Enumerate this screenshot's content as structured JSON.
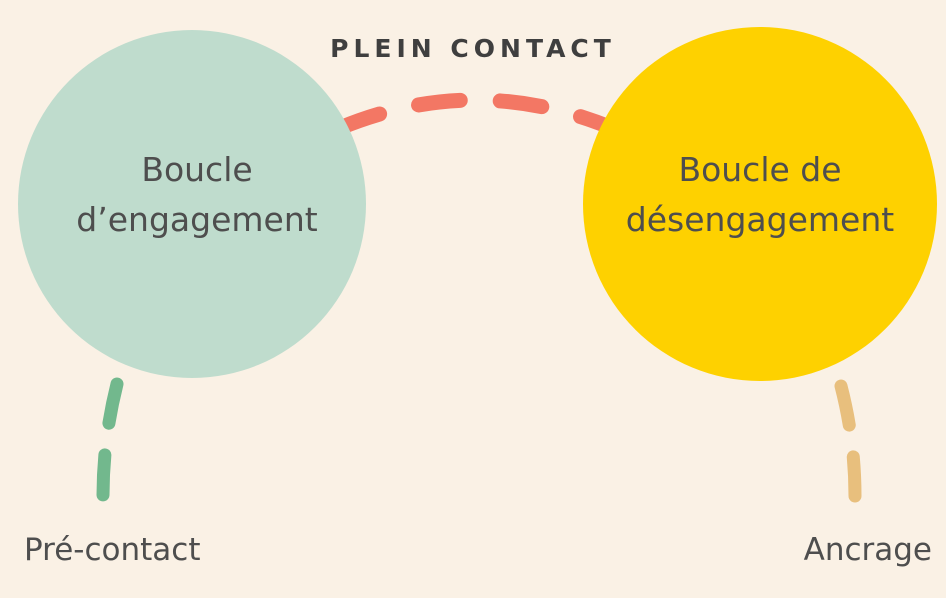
{
  "top_label": "PLEIN CONTACT",
  "left_circle": {
    "line1": "Boucle",
    "line2": "d’engagement",
    "color": "#bfdccd"
  },
  "right_circle": {
    "line1": "Boucle de",
    "line2": "désengagement",
    "color": "#fed100"
  },
  "bottom_left_label": "Pré-contact",
  "bottom_right_label": "Ancrage",
  "colors": {
    "background": "#faf1e5",
    "arc_dash": "#f37764",
    "left_dash": "#72b88d",
    "right_dash": "#e8bf7d",
    "text": "#4e4e4e"
  }
}
